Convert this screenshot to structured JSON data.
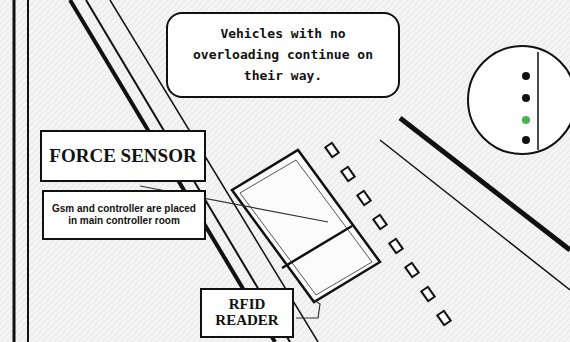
{
  "diagram": {
    "nodes": [
      {
        "text": [
          "Vehicles with no overloading continue on their way."
        ]
      },
      {
        "text": [
          "FORCE SENSOR"
        ]
      },
      {
        "text": [
          "Gsm and controller are placed in main controller room"
        ]
      },
      {
        "text": [
          "RFID READER"
        ]
      }
    ]
  }
}
